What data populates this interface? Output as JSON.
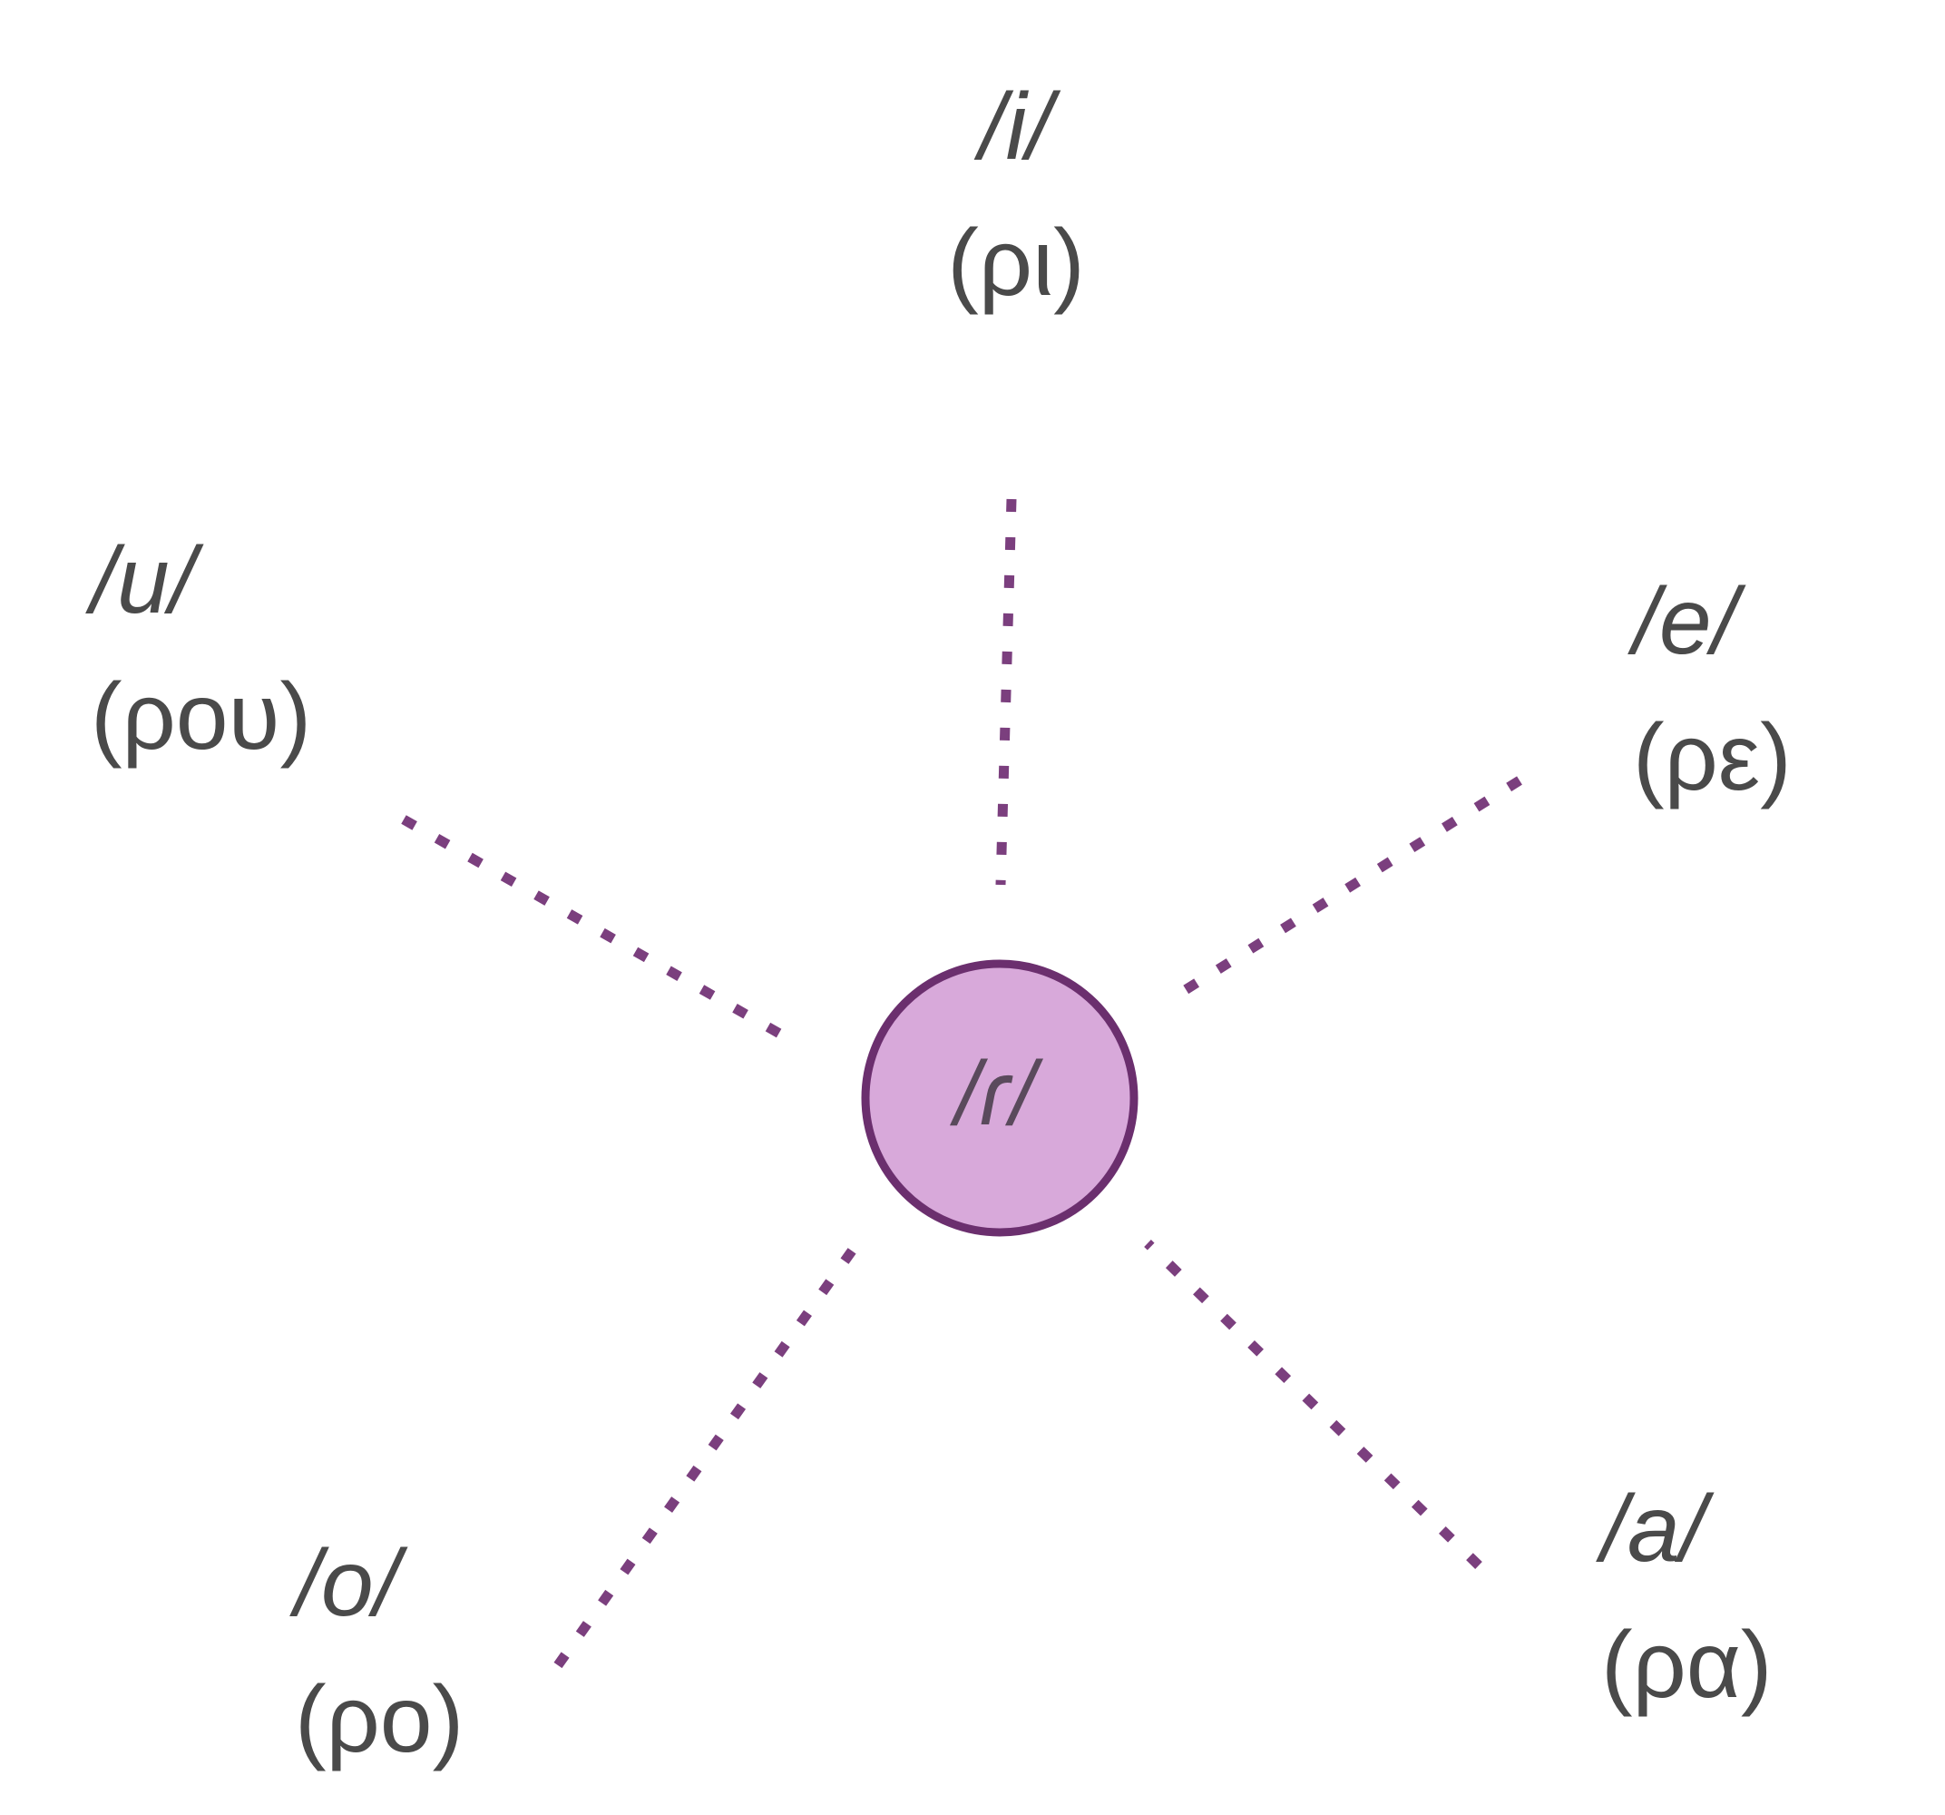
{
  "diagram": {
    "center": {
      "label": "/ɾ/",
      "fill": "#d8a9da",
      "stroke": "#6b2f6e"
    },
    "connector_color": "#7b3f7e",
    "nodes": [
      {
        "id": "i",
        "phoneme": "/i/",
        "example": "(ρι)"
      },
      {
        "id": "u",
        "phoneme": "/u/",
        "example": "(ρου)"
      },
      {
        "id": "e",
        "phoneme": "/e/",
        "example": "(ρε)"
      },
      {
        "id": "o",
        "phoneme": "/o/",
        "example": "(ρο)"
      },
      {
        "id": "a",
        "phoneme": "/a/",
        "example": "(ρα)"
      }
    ]
  }
}
